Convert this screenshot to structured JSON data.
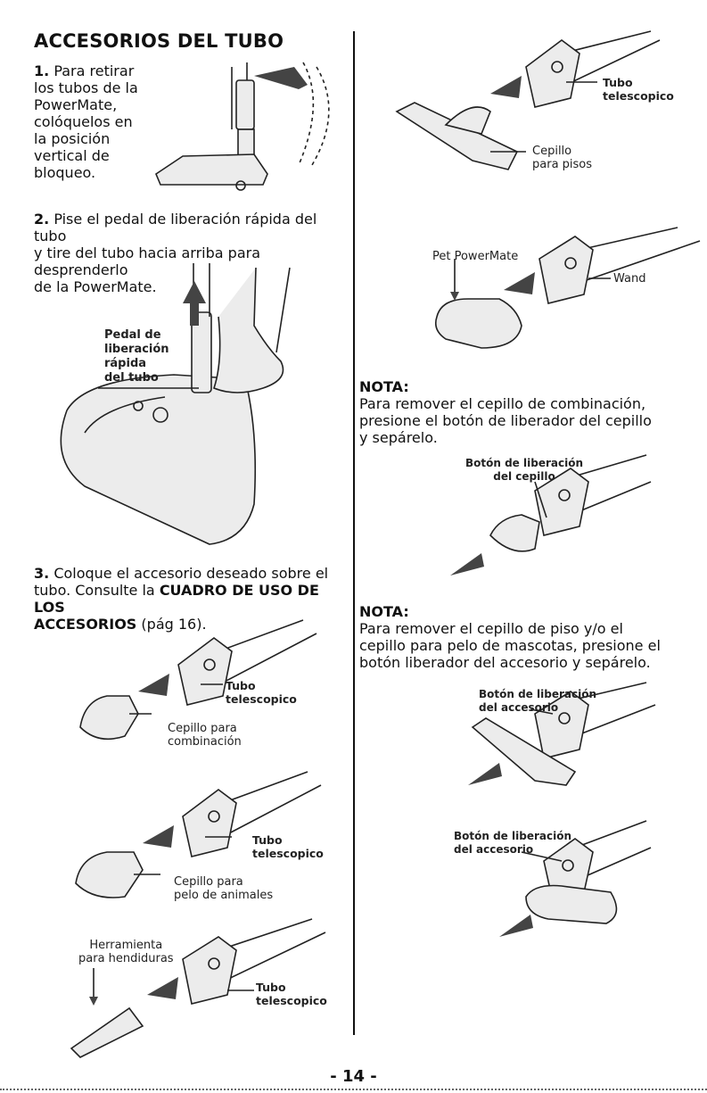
{
  "left": {
    "title": "ACCESORIOS DEL TUBO",
    "step1": {
      "num": "1.",
      "lines": [
        "Para retirar",
        "los tubos de la",
        "PowerMate,",
        "colóquelos en",
        "la posición",
        "vertical de",
        "bloqueo."
      ]
    },
    "step2": {
      "num": "2.",
      "lines": [
        "Pise el pedal de liberación rápida del tubo",
        "y tire del tubo hacia arriba para desprenderlo",
        "de la PowerMate."
      ]
    },
    "pedal_label": [
      "Pedal de",
      "liberación",
      "rápida",
      "del tubo"
    ],
    "step3": {
      "num": "3.",
      "line1": "Coloque el accesorio deseado sobre el",
      "line2_pre": "tubo. Consulte la ",
      "line2_bold": "CUADRO DE USO DE LOS",
      "line3_bold": "ACCESORIOS",
      "line3_post": " (pág 16)."
    },
    "fig_combo": {
      "tube": [
        "Tubo",
        "telescopico"
      ],
      "tool": [
        "Cepillo para",
        "combinación"
      ]
    },
    "fig_pet": {
      "tube": [
        "Tubo",
        "telescopico"
      ],
      "tool": [
        "Cepillo para",
        "pelo de animales"
      ]
    },
    "fig_crevice": {
      "tool": [
        "Herramienta",
        "para hendiduras"
      ],
      "tube": [
        "Tubo",
        "telescopico"
      ]
    }
  },
  "right": {
    "fig_floor": {
      "tube": [
        "Tubo",
        "telescopico"
      ],
      "tool": [
        "Cepillo",
        "para pisos"
      ]
    },
    "fig_petpm": {
      "tool": "Pet PowerMate",
      "tube": "Wand"
    },
    "nota1": {
      "title": "NOTA:",
      "lines": [
        "Para remover el cepillo de combinación,",
        "presione el botón de liberador del cepillo",
        "y sepárelo."
      ]
    },
    "fig_release1": {
      "label": [
        "Botón de liberación",
        "del cepillo"
      ]
    },
    "nota2": {
      "title": "NOTA:",
      "lines": [
        "Para remover el cepillo de piso y/o el",
        "cepillo para pelo de mascotas, presione el",
        "botón liberador del accesorio y sepárelo."
      ]
    },
    "fig_release2": {
      "label": [
        "Botón de liberación",
        "del accesorio"
      ]
    },
    "fig_release3": {
      "label": [
        "Botón de liberación",
        "del accesorio"
      ]
    }
  },
  "page_number": "- 14 -"
}
